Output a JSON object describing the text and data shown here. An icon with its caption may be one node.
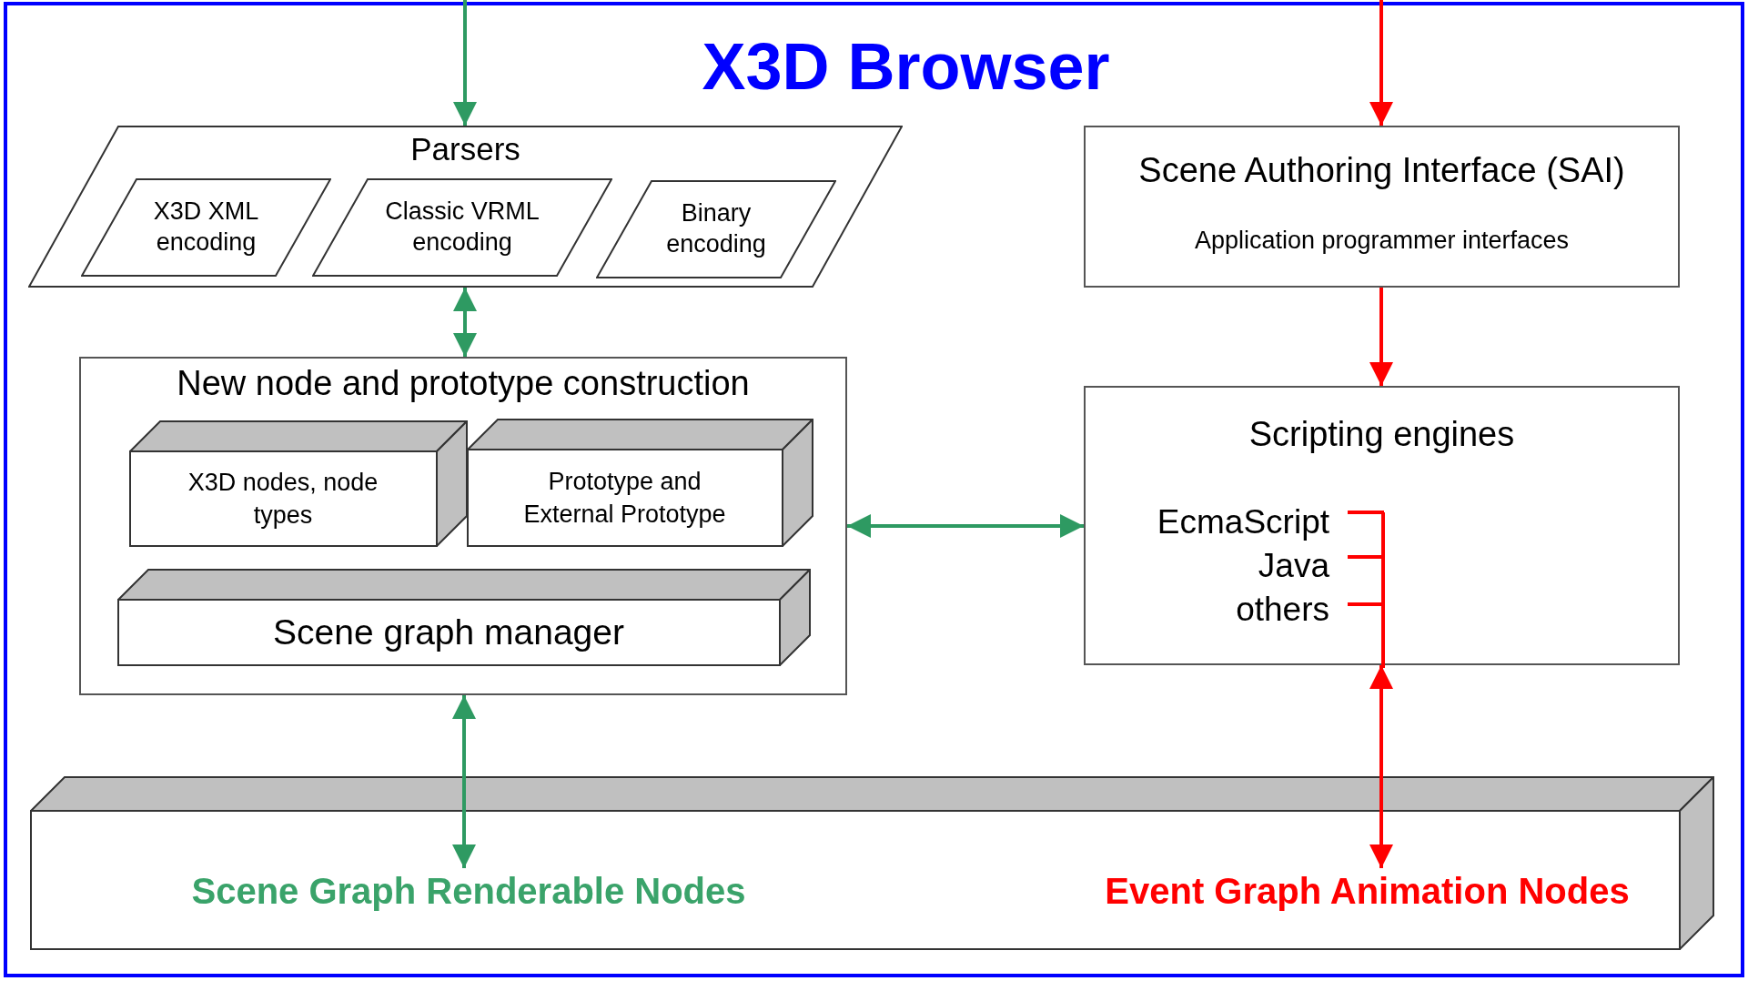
{
  "diagram": {
    "title": "X3D Browser",
    "nodes": [
      {
        "text": [
          "Parsers"
        ]
      },
      {
        "text": [
          "X3D XML encoding"
        ],
        "in": 0
      },
      {
        "text": [
          "Classic VRML encoding"
        ],
        "in": 0
      },
      {
        "text": [
          "Binary encoding"
        ],
        "in": 0
      },
      {
        "text": [
          "Scene Authoring Interface (SAI)",
          "Application programmer interfaces"
        ]
      },
      {
        "text": [
          "New node and prototype construction"
        ]
      },
      {
        "text": [
          "X3D nodes, node types"
        ],
        "in": 5
      },
      {
        "text": [
          "Prototype and External Prototype"
        ],
        "in": 5
      },
      {
        "text": [
          "Scene graph manager"
        ],
        "in": 5
      },
      {
        "text": [
          "Scripting engines",
          "EcmaScript",
          "Java",
          "others"
        ]
      },
      {
        "text": [],
        "shape": "box"
      },
      {
        "text": [
          "Scene Graph Renderable Nodes"
        ],
        "in": 10
      },
      {
        "text": [
          "Event Graph Animation Nodes"
        ],
        "in": 10
      }
    ],
    "edges": [
      {
        "from": null,
        "to": 0,
        "arrow": "to"
      },
      {
        "from": null,
        "to": 4,
        "arrow": "to",
        "color": "#ff0000"
      },
      {
        "from": 0,
        "to": 5,
        "arrow": "both"
      },
      {
        "from": 4,
        "to": 9,
        "arrow": "to",
        "color": "#ff0000"
      },
      {
        "from": 5,
        "to": 9,
        "arrow": "both"
      },
      {
        "from": 5,
        "to": 11,
        "arrow": "both"
      },
      {
        "from": 9,
        "to": 12,
        "arrow": "both",
        "color": "#ff0000"
      }
    ]
  }
}
